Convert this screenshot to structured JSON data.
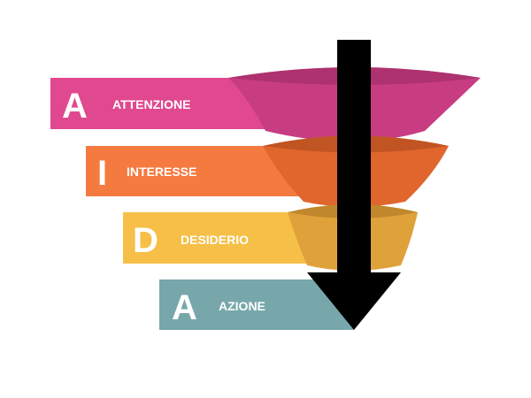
{
  "funnel": {
    "stages": [
      {
        "letter": "A",
        "label": "ATTENZIONE",
        "color": "#e0498f",
        "cup_color": "#c83d82",
        "cup_dark": "#a52f6a"
      },
      {
        "letter": "I",
        "label": "INTERESSE",
        "color": "#f47a40",
        "cup_color": "#e0662d",
        "cup_dark": "#b44d1f"
      },
      {
        "letter": "D",
        "label": "DESIDERIO",
        "color": "#f6bf47",
        "cup_color": "#dfa23a",
        "cup_dark": "#b27c26"
      },
      {
        "letter": "A",
        "label": "AZIONE",
        "color": "#77a7ab",
        "cup_color": "#5f8f93",
        "cup_dark": "#4a7478"
      }
    ],
    "arrow_color": "#000000"
  }
}
